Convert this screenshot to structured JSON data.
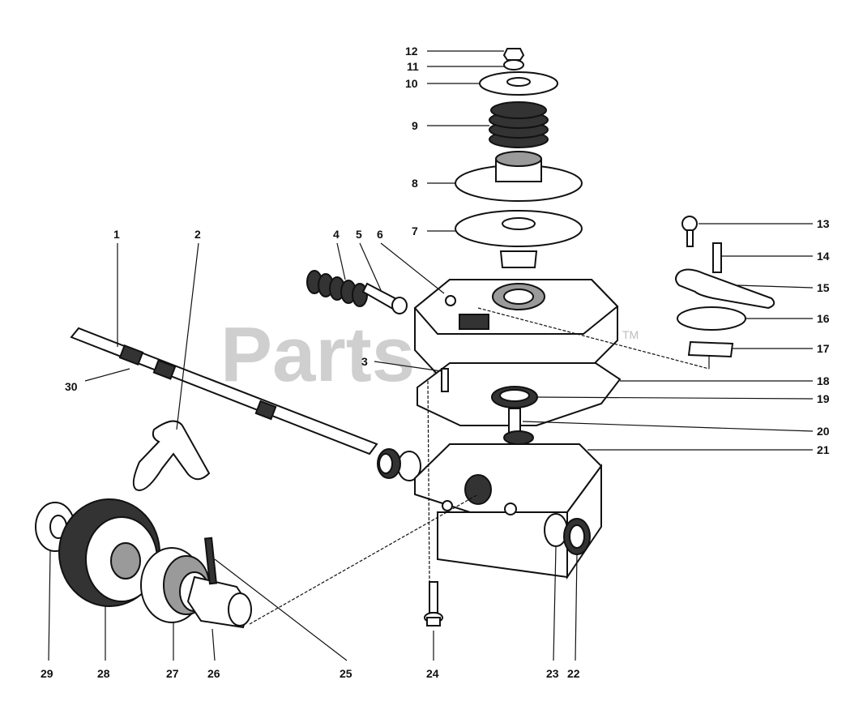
{
  "diagram": {
    "watermark": "PartsTree",
    "trademark": "TM",
    "callouts": [
      "1",
      "2",
      "3",
      "4",
      "5",
      "6",
      "7",
      "8",
      "9",
      "10",
      "11",
      "12",
      "13",
      "14",
      "15",
      "16",
      "17",
      "18",
      "19",
      "20",
      "21",
      "22",
      "23",
      "24",
      "25",
      "26",
      "27",
      "28",
      "29",
      "30"
    ]
  }
}
